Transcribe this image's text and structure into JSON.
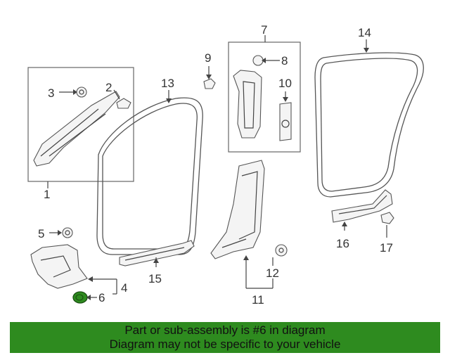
{
  "callouts": {
    "c1": "1",
    "c2": "2",
    "c3": "3",
    "c4": "4",
    "c5": "5",
    "c6": "6",
    "c7": "7",
    "c8": "8",
    "c9": "9",
    "c10": "10",
    "c11": "11",
    "c12": "12",
    "c13": "13",
    "c14": "14",
    "c15": "15",
    "c16": "16",
    "c17": "17"
  },
  "highlight": {
    "part": "6",
    "color": "#2e8b1f"
  },
  "banner": {
    "line1": "Part or sub-assembly is #6 in diagram",
    "line2": "Diagram may not be specific to your vehicle",
    "color": "#2e8b1f"
  }
}
